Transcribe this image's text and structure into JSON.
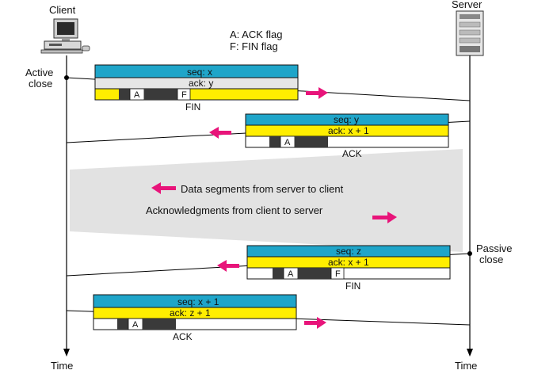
{
  "client": {
    "label": "Client"
  },
  "server": {
    "label": "Server"
  },
  "legend": {
    "ack": "A: ACK flag",
    "fin": "F: FIN flag"
  },
  "annotations": {
    "active_close_1": "Active",
    "active_close_2": "close",
    "passive_close_1": "Passive",
    "passive_close_2": "close",
    "time_client": "Time",
    "time_server": "Time"
  },
  "segments": [
    {
      "seq": "seq: x",
      "ack": "ack: y",
      "flag_a": "A",
      "flag_f": "F",
      "caption": "FIN"
    },
    {
      "seq": "seq: y",
      "ack": "ack: x + 1",
      "flag_a": "A",
      "caption": "ACK"
    },
    {
      "seq": "seq: z",
      "ack": "ack: x + 1",
      "flag_a": "A",
      "flag_f": "F",
      "caption": "FIN"
    },
    {
      "seq": "seq: x + 1",
      "ack": "ack: z + 1",
      "flag_a": "A",
      "caption": "ACK"
    }
  ],
  "data_phase": {
    "line1": "Data segments from server to client",
    "line2": "Acknowledgments from client to server"
  },
  "colors": {
    "seq_bar": "#1fa5c9",
    "ack_bar": "#ffee00",
    "flag_dark": "#3a3a3a",
    "arrow": "#e8147a",
    "shade": "#e2e2e2"
  }
}
